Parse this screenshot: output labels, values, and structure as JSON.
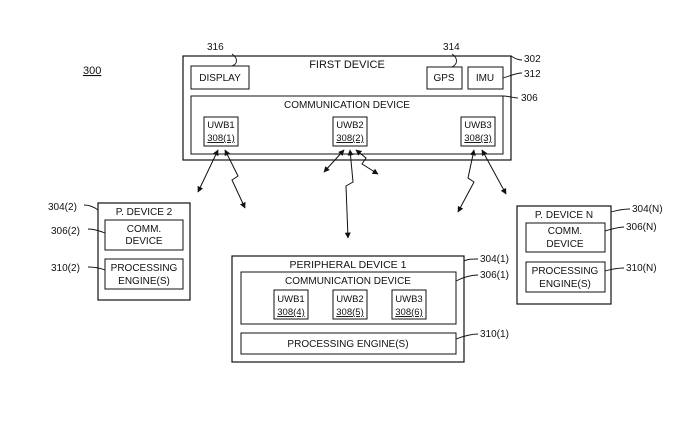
{
  "figure": {
    "figure_ref": "300",
    "first_device": {
      "title": "FIRST DEVICE",
      "ref": "302",
      "display": {
        "label": "DISPLAY",
        "ref": "316"
      },
      "gps": {
        "label": "GPS",
        "ref": "314"
      },
      "imu": {
        "label": "IMU",
        "ref": "312"
      },
      "comm_device": {
        "label": "COMMUNICATION DEVICE",
        "ref": "306",
        "uwbs": [
          {
            "name": "UWB1",
            "ref": "308(1)"
          },
          {
            "name": "UWB2",
            "ref": "308(2)"
          },
          {
            "name": "UWB3",
            "ref": "308(3)"
          }
        ]
      }
    },
    "p_device_2": {
      "title": "P. DEVICE 2",
      "ref": "304(2)",
      "comm": {
        "line1": "COMM.",
        "line2": "DEVICE",
        "ref": "306(2)"
      },
      "engine": {
        "line1": "PROCESSING",
        "line2": "ENGINE(S)",
        "ref": "310(2)"
      }
    },
    "p_device_n": {
      "title": "P. DEVICE N",
      "ref": "304(N)",
      "comm": {
        "line1": "COMM.",
        "line2": "DEVICE",
        "ref": "306(N)"
      },
      "engine": {
        "line1": "PROCESSING",
        "line2": "ENGINE(S)",
        "ref": "310(N)"
      }
    },
    "peripheral_1": {
      "title": "PERIPHERAL DEVICE 1",
      "ref": "304(1)",
      "comm_device": {
        "label": "COMMUNICATION DEVICE",
        "ref": "306(1)",
        "uwbs": [
          {
            "name": "UWB1",
            "ref": "308(4)"
          },
          {
            "name": "UWB2",
            "ref": "308(5)"
          },
          {
            "name": "UWB3",
            "ref": "308(6)"
          }
        ]
      },
      "engine": {
        "label": "PROCESSING ENGINE(S)",
        "ref": "310(1)"
      }
    }
  }
}
